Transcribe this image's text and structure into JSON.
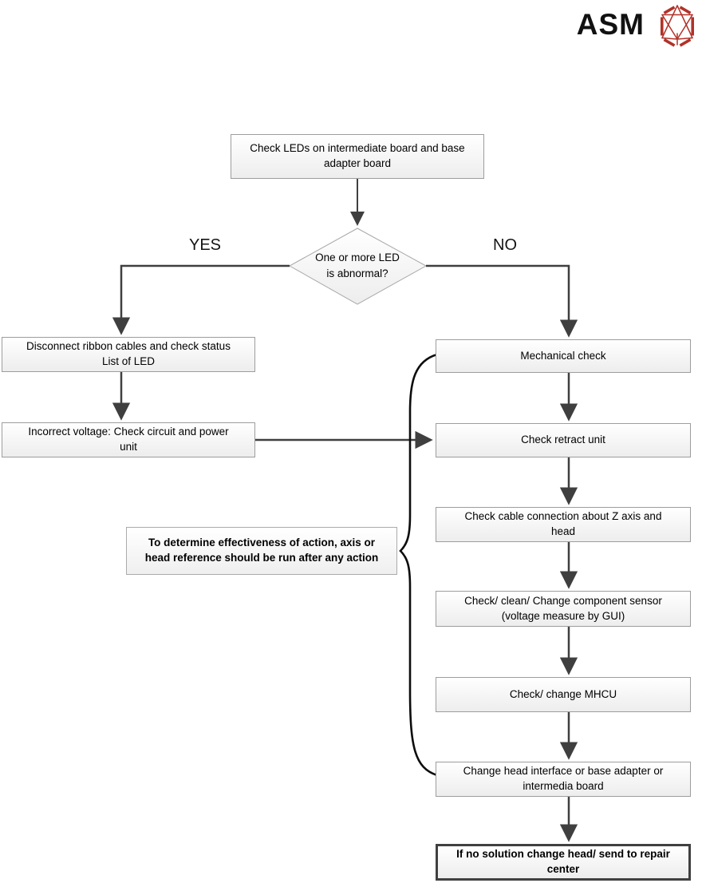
{
  "logo": {
    "text": "ASM",
    "icon": "asm-hexagon-icon",
    "icon_color": "#b13229",
    "text_color": "#111111"
  },
  "colors": {
    "arrow": "#3f3f3f",
    "brace": "#0d0d0d",
    "node_border": "#9d9d9d",
    "node_fill_top": "#ffffff",
    "node_fill_bottom": "#ededed",
    "final_border": "#404040",
    "background": "#ffffff"
  },
  "flowchart": {
    "start": {
      "label": "Check LEDs on intermediate board and base\nadapter board"
    },
    "decision": {
      "label": "One or more LED\nis abnormal?",
      "yes_label": "YES",
      "no_label": "NO"
    },
    "yes_branch": [
      {
        "label": "Disconnect ribbon cables and check status\nList of LED"
      },
      {
        "label": "Incorrect voltage: Check circuit and power\nunit"
      }
    ],
    "no_branch": [
      {
        "label": "Mechanical check"
      },
      {
        "label": "Check retract unit"
      },
      {
        "label": "Check cable connection about Z axis and\nhead"
      },
      {
        "label": "Check/ clean/ Change component sensor\n(voltage measure by GUI)"
      },
      {
        "label": "Check/ change MHCU"
      },
      {
        "label": "Change head interface or base adapter or\nintermedia board"
      }
    ],
    "final": {
      "label": "If no solution change head/ send to repair\ncenter"
    },
    "note": {
      "label": "To determine effectiveness of action, axis or\nhead reference should be run after any action"
    }
  }
}
